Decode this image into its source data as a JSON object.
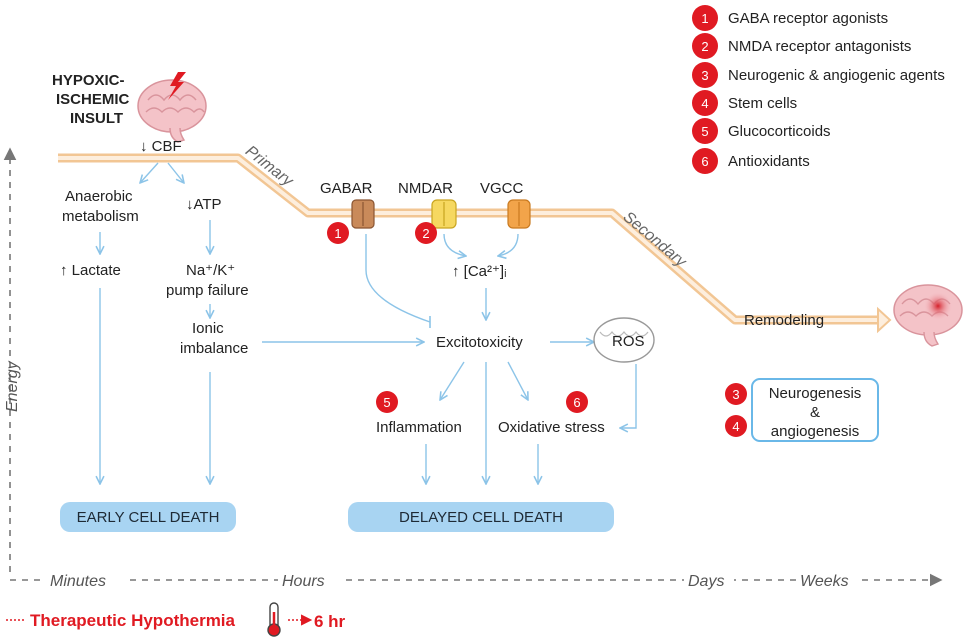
{
  "insult": {
    "line1": "HYPOXIC-",
    "line2": "ISCHEMIC",
    "line3": "INSULT"
  },
  "phases": {
    "primary": "Primary",
    "secondary": "Secondary"
  },
  "nodes": {
    "cbf": "↓ CBF",
    "anaerobic_1": "Anaerobic",
    "anaerobic_2": "metabolism",
    "atp": "↓ATP",
    "lactate": "↑ Lactate",
    "pump_1": "Na⁺/K⁺",
    "pump_2": "pump failure",
    "ionic_1": "Ionic",
    "ionic_2": "imbalance",
    "gabar": "GABAR",
    "nmdar": "NMDAR",
    "vgcc": "VGCC",
    "ca": "↑ [Ca²⁺]ᵢ",
    "excitotoxicity": "Excitotoxicity",
    "ros": "ROS",
    "inflammation": "Inflammation",
    "oxidative": "Oxidative stress",
    "remodeling": "Remodeling",
    "neuro_1": "Neurogenesis",
    "neuro_2": "&",
    "neuro_3": "angiogenesis",
    "early_death": "EARLY CELL DEATH",
    "delayed_death": "DELAYED CELL DEATH"
  },
  "markers": {
    "m1": "1",
    "m2": "2",
    "m3": "3",
    "m4": "4",
    "m5": "5",
    "m6": "6"
  },
  "legend": [
    {
      "num": "1",
      "label": "GABA receptor agonists"
    },
    {
      "num": "2",
      "label": "NMDA receptor antagonists"
    },
    {
      "num": "3",
      "label": "Neurogenic & angiogenic agents"
    },
    {
      "num": "4",
      "label": "Stem cells"
    },
    {
      "num": "5",
      "label": "Glucocorticoids"
    },
    {
      "num": "6",
      "label": "Antioxidants"
    }
  ],
  "axis": {
    "y_label": "Energy",
    "minutes": "Minutes",
    "hours": "Hours",
    "days": "Days",
    "weeks": "Weeks"
  },
  "hypothermia": {
    "label": "Therapeutic Hypothermia",
    "duration": "6 hr"
  },
  "colors": {
    "marker_red": "#e01a22",
    "death_box": "#a8d4f2",
    "arrow_blue": "#8cc4e8",
    "energy_band": "#f5cc9a",
    "neuro_border": "#6ab8e8"
  }
}
